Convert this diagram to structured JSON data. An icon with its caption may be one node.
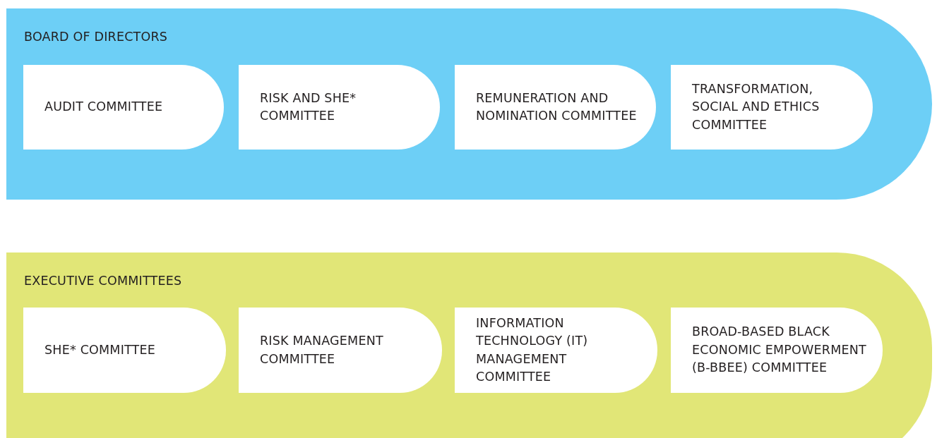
{
  "diagram": {
    "nodes": [
      {
        "text": [
          "BOARD OF DIRECTORS"
        ]
      },
      {
        "text": [
          "AUDIT COMMITTEE"
        ],
        "in": 0
      },
      {
        "text": [
          "RISK AND SHE* COMMITTEE"
        ],
        "in": 0
      },
      {
        "text": [
          "REMUNERATION AND NOMINATION COMMITTEE"
        ],
        "in": 0
      },
      {
        "text": [
          "TRANSFORMATION, SOCIAL AND ETHICS COMMITTEE"
        ],
        "in": 0
      },
      {
        "text": [
          "EXECUTIVE COMMITTEES"
        ]
      },
      {
        "text": [
          "SHE* COMMITTEE"
        ],
        "in": 5
      },
      {
        "text": [
          "RISK MANAGEMENT COMMITTEE"
        ],
        "in": 5
      },
      {
        "text": [
          "INFORMATION TECHNOLOGY (IT) MANAGEMENT COMMITTEE"
        ],
        "in": 5
      },
      {
        "text": [
          "BROAD-BASED BLACK ECONOMIC EMPOWERMENT (B-BBEE) COMMITTEE"
        ],
        "in": 5
      }
    ]
  }
}
